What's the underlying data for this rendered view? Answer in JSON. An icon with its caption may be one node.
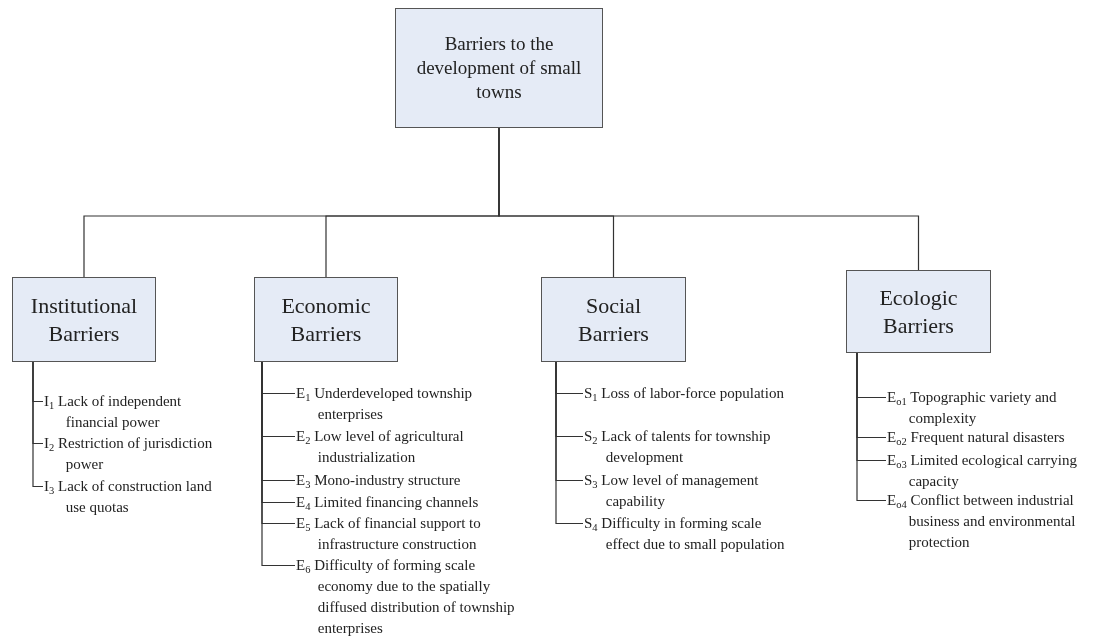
{
  "diagram": {
    "nodes": [
      {
        "text": [
          "Barriers to the development of small towns"
        ]
      },
      {
        "text": [
          "Institutional Barriers"
        ]
      },
      {
        "text": [
          "I$_{1}$ Lack of independent financial power"
        ]
      },
      {
        "text": [
          "I$_{2}$ Restriction of jurisdiction power"
        ]
      },
      {
        "text": [
          "I$_{3}$ Lack of construction land use quotas"
        ]
      },
      {
        "text": [
          "Economic Barriers"
        ]
      },
      {
        "text": [
          "E$_{1}$ Underdeveloped township enterprises"
        ]
      },
      {
        "text": [
          "E$_{2}$ Low level of agricultural industrialization"
        ]
      },
      {
        "text": [
          "E$_{3}$ Mono-industry structure"
        ]
      },
      {
        "text": [
          "E$_{4}$ Limited financing channels"
        ]
      },
      {
        "text": [
          "E$_{5}$ Lack of financial support to infrastructure construction"
        ]
      },
      {
        "text": [
          "E$_{6}$ Difficulty of forming scale economy due to the spatially diffused distribution of township enterprises"
        ]
      },
      {
        "text": [
          "Social Barriers"
        ]
      },
      {
        "text": [
          "S$_{1}$ Loss of labor-force population"
        ]
      },
      {
        "text": [
          "S$_{2}$ Lack of talents for township development"
        ]
      },
      {
        "text": [
          "S$_{3}$ Low level of management capability"
        ]
      },
      {
        "text": [
          "S$_{4}$ Difficulty in forming scale effect due to small population"
        ]
      },
      {
        "text": [
          "Ecologic Barriers"
        ]
      },
      {
        "text": [
          "E$_{o1}$ Topographic variety and complexity"
        ]
      },
      {
        "text": [
          "E$_{o2}$ Frequent natural disasters"
        ]
      },
      {
        "text": [
          "E$_{o3}$ Limited ecological carrying capacity"
        ]
      },
      {
        "text": [
          "E$_{o4}$ Conflict between industrial business and environmental protection"
        ]
      }
    ],
    "edges": [
      {
        "from": 0,
        "to": 1,
        "arrow": "none"
      },
      {
        "from": 0,
        "to": 5,
        "arrow": "none"
      },
      {
        "from": 0,
        "to": 12,
        "arrow": "none"
      },
      {
        "from": 0,
        "to": 17,
        "arrow": "none"
      },
      {
        "from": 1,
        "to": 2,
        "arrow": "none"
      },
      {
        "from": 1,
        "to": 3,
        "arrow": "none"
      },
      {
        "from": 1,
        "to": 4,
        "arrow": "none"
      },
      {
        "from": 5,
        "to": 6,
        "arrow": "none"
      },
      {
        "from": 5,
        "to": 7,
        "arrow": "none"
      },
      {
        "from": 5,
        "to": 8,
        "arrow": "none"
      },
      {
        "from": 5,
        "to": 9,
        "arrow": "none"
      },
      {
        "from": 5,
        "to": 10,
        "arrow": "none"
      },
      {
        "from": 5,
        "to": 11,
        "arrow": "none"
      },
      {
        "from": 12,
        "to": 13,
        "arrow": "none"
      },
      {
        "from": 12,
        "to": 14,
        "arrow": "none"
      },
      {
        "from": 12,
        "to": 15,
        "arrow": "none"
      },
      {
        "from": 12,
        "to": 16,
        "arrow": "none"
      },
      {
        "from": 17,
        "to": 18,
        "arrow": "none"
      },
      {
        "from": 17,
        "to": 19,
        "arrow": "none"
      },
      {
        "from": 17,
        "to": 20,
        "arrow": "none"
      },
      {
        "from": 17,
        "to": 21,
        "arrow": "none"
      }
    ]
  }
}
